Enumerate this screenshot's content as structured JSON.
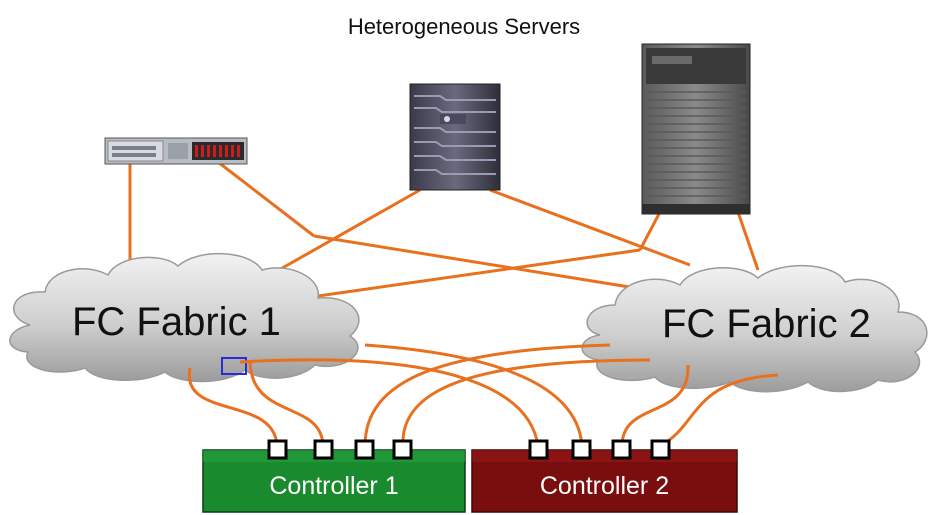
{
  "diagram": {
    "title": "Heterogeneous Servers",
    "fabrics": [
      {
        "label": "FC Fabric 1"
      },
      {
        "label": "FC Fabric 2"
      }
    ],
    "controllers": [
      {
        "label": "Controller 1",
        "color": "#1a8a2e"
      },
      {
        "label": "Controller 2",
        "color": "#7a0e0e"
      }
    ],
    "servers": [
      {
        "name": "rack-server"
      },
      {
        "name": "midrange-server"
      },
      {
        "name": "enterprise-server"
      }
    ],
    "colors": {
      "cable": "#e8701e",
      "cloud_fill": "#c9c9c9",
      "cloud_edge": "#9a9a9a",
      "port": "#ffffff",
      "port_border": "#000000"
    }
  }
}
